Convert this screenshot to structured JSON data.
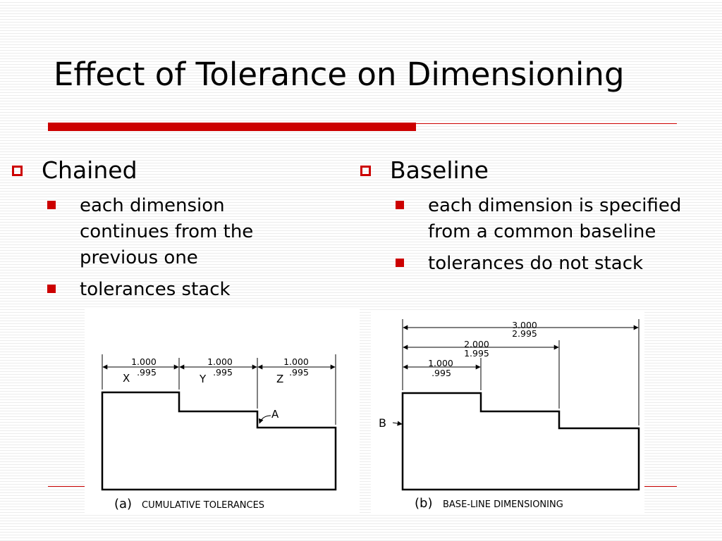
{
  "slide": {
    "title": "Effect of Tolerance on Dimensioning"
  },
  "columns": {
    "left": {
      "heading": "Chained",
      "bullets": [
        "each dimension continues from the previous one",
        "tolerances stack"
      ]
    },
    "right": {
      "heading": "Baseline",
      "bullets": [
        "each dimension is specified from a common baseline",
        "tolerances do not stack"
      ]
    }
  },
  "figures": {
    "a": {
      "caption_letter": "(a)",
      "caption": "CUMULATIVE TOLERANCES",
      "dims": [
        {
          "upper": "1.000",
          "lower": ".995",
          "label": "X"
        },
        {
          "upper": "1.000",
          "lower": ".995",
          "label": "Y"
        },
        {
          "upper": "1.000",
          "lower": ".995",
          "label": "Z"
        }
      ],
      "callout": "A"
    },
    "b": {
      "caption_letter": "(b)",
      "caption": "BASE-LINE DIMENSIONING",
      "dims": [
        {
          "upper": "1.000",
          "lower": ".995"
        },
        {
          "upper": "2.000",
          "lower": "1.995"
        },
        {
          "upper": "3.000",
          "lower": "2.995"
        }
      ],
      "baseline_label": "B"
    }
  },
  "colors": {
    "accent": "#cc0000",
    "text": "#000000"
  }
}
